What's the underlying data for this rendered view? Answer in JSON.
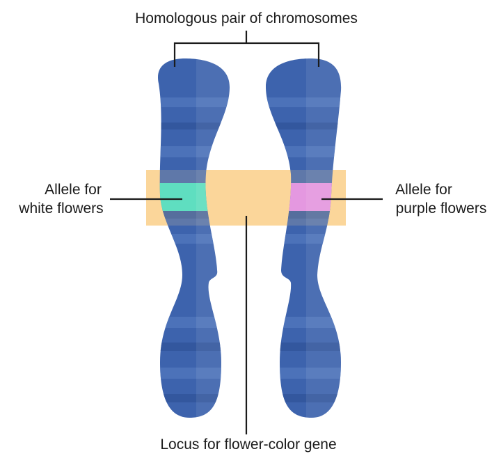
{
  "title": "Homologous pair of chromosomes",
  "labels": {
    "left_allele_line1": "Allele for",
    "left_allele_line2": "white flowers",
    "right_allele_line1": "Allele for",
    "right_allele_line2": "purple flowers",
    "locus": "Locus for flower-color gene"
  },
  "colors": {
    "chromosome": "#3d63ad",
    "chromosome_band_light": "#5a80c2",
    "chromosome_band_dark": "#2f5297",
    "locus_highlight": "#fcd69a",
    "white_allele": "#3ee0c8",
    "purple_allele": "#e08af0",
    "line": "#1b1b1b"
  }
}
